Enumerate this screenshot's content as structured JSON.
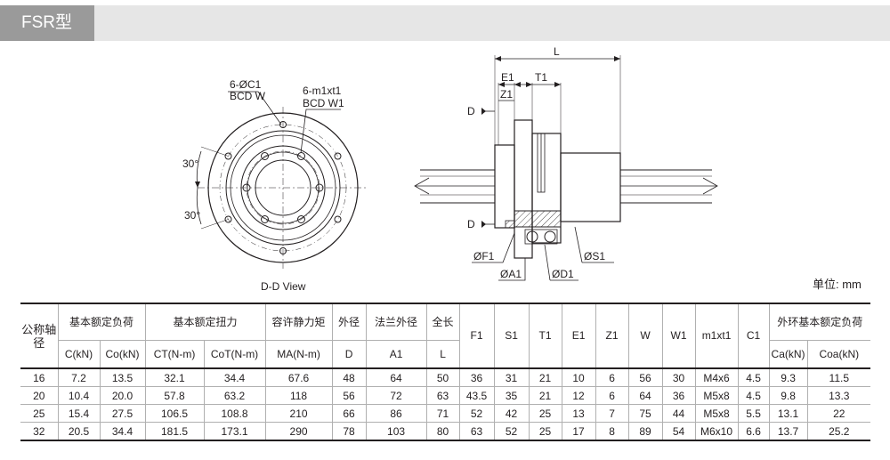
{
  "header": {
    "title": "FSR型"
  },
  "drawing": {
    "front_view": {
      "label_holes": "6-ØC1",
      "label_bcd_w": "BCD W",
      "label_taps": "6-m1xt1",
      "label_bcd_w1": "BCD W1",
      "angle_top": "30°",
      "angle_bottom": "30°",
      "caption": "D-D View"
    },
    "side_view": {
      "dim_l": "L",
      "dim_e1": "E1",
      "dim_t1": "T1",
      "dim_z1": "Z1",
      "section_top": "D",
      "section_bottom": "D",
      "dim_f1": "ØF1",
      "dim_s1": "ØS1",
      "dim_a1": "ØA1",
      "dim_d1": "ØD1"
    }
  },
  "unit_note": "单位: mm",
  "table": {
    "col_shaft": "公称轴径",
    "group_basic_load": "基本额定负荷",
    "group_basic_torque": "基本额定扭力",
    "col_static_moment": "容许静力矩",
    "col_outer_dia": "外径",
    "col_flange_dia": "法兰外径",
    "col_length": "全长",
    "col_f1": "F1",
    "col_s1": "S1",
    "col_t1": "T1",
    "col_e1": "E1",
    "col_z1": "Z1",
    "col_w": "W",
    "col_w1": "W1",
    "col_m1xt1": "m1xt1",
    "col_c1": "C1",
    "group_outer_ring": "外环基本额定负荷",
    "sub_c": "C(kN)",
    "sub_co": "Co(kN)",
    "sub_ct": "CT(N-m)",
    "sub_cot": "CoT(N-m)",
    "sub_ma": "MA(N-m)",
    "sub_d": "D",
    "sub_a1": "A1",
    "sub_l": "L",
    "sub_ca": "Ca(kN)",
    "sub_coa": "Coa(kN)",
    "rows": [
      [
        "16",
        "7.2",
        "13.5",
        "32.1",
        "34.4",
        "67.6",
        "48",
        "64",
        "50",
        "36",
        "31",
        "21",
        "10",
        "6",
        "56",
        "30",
        "M4x6",
        "4.5",
        "9.3",
        "11.5"
      ],
      [
        "20",
        "10.4",
        "20.0",
        "57.8",
        "63.2",
        "118",
        "56",
        "72",
        "63",
        "43.5",
        "35",
        "21",
        "12",
        "6",
        "64",
        "36",
        "M5x8",
        "4.5",
        "9.8",
        "13.3"
      ],
      [
        "25",
        "15.4",
        "27.5",
        "106.5",
        "108.8",
        "210",
        "66",
        "86",
        "71",
        "52",
        "42",
        "25",
        "13",
        "7",
        "75",
        "44",
        "M5x8",
        "5.5",
        "13.1",
        "22"
      ],
      [
        "32",
        "20.5",
        "34.4",
        "181.5",
        "173.1",
        "290",
        "78",
        "103",
        "80",
        "63",
        "52",
        "25",
        "17",
        "8",
        "89",
        "54",
        "M6x10",
        "6.6",
        "13.7",
        "25.2"
      ]
    ]
  }
}
